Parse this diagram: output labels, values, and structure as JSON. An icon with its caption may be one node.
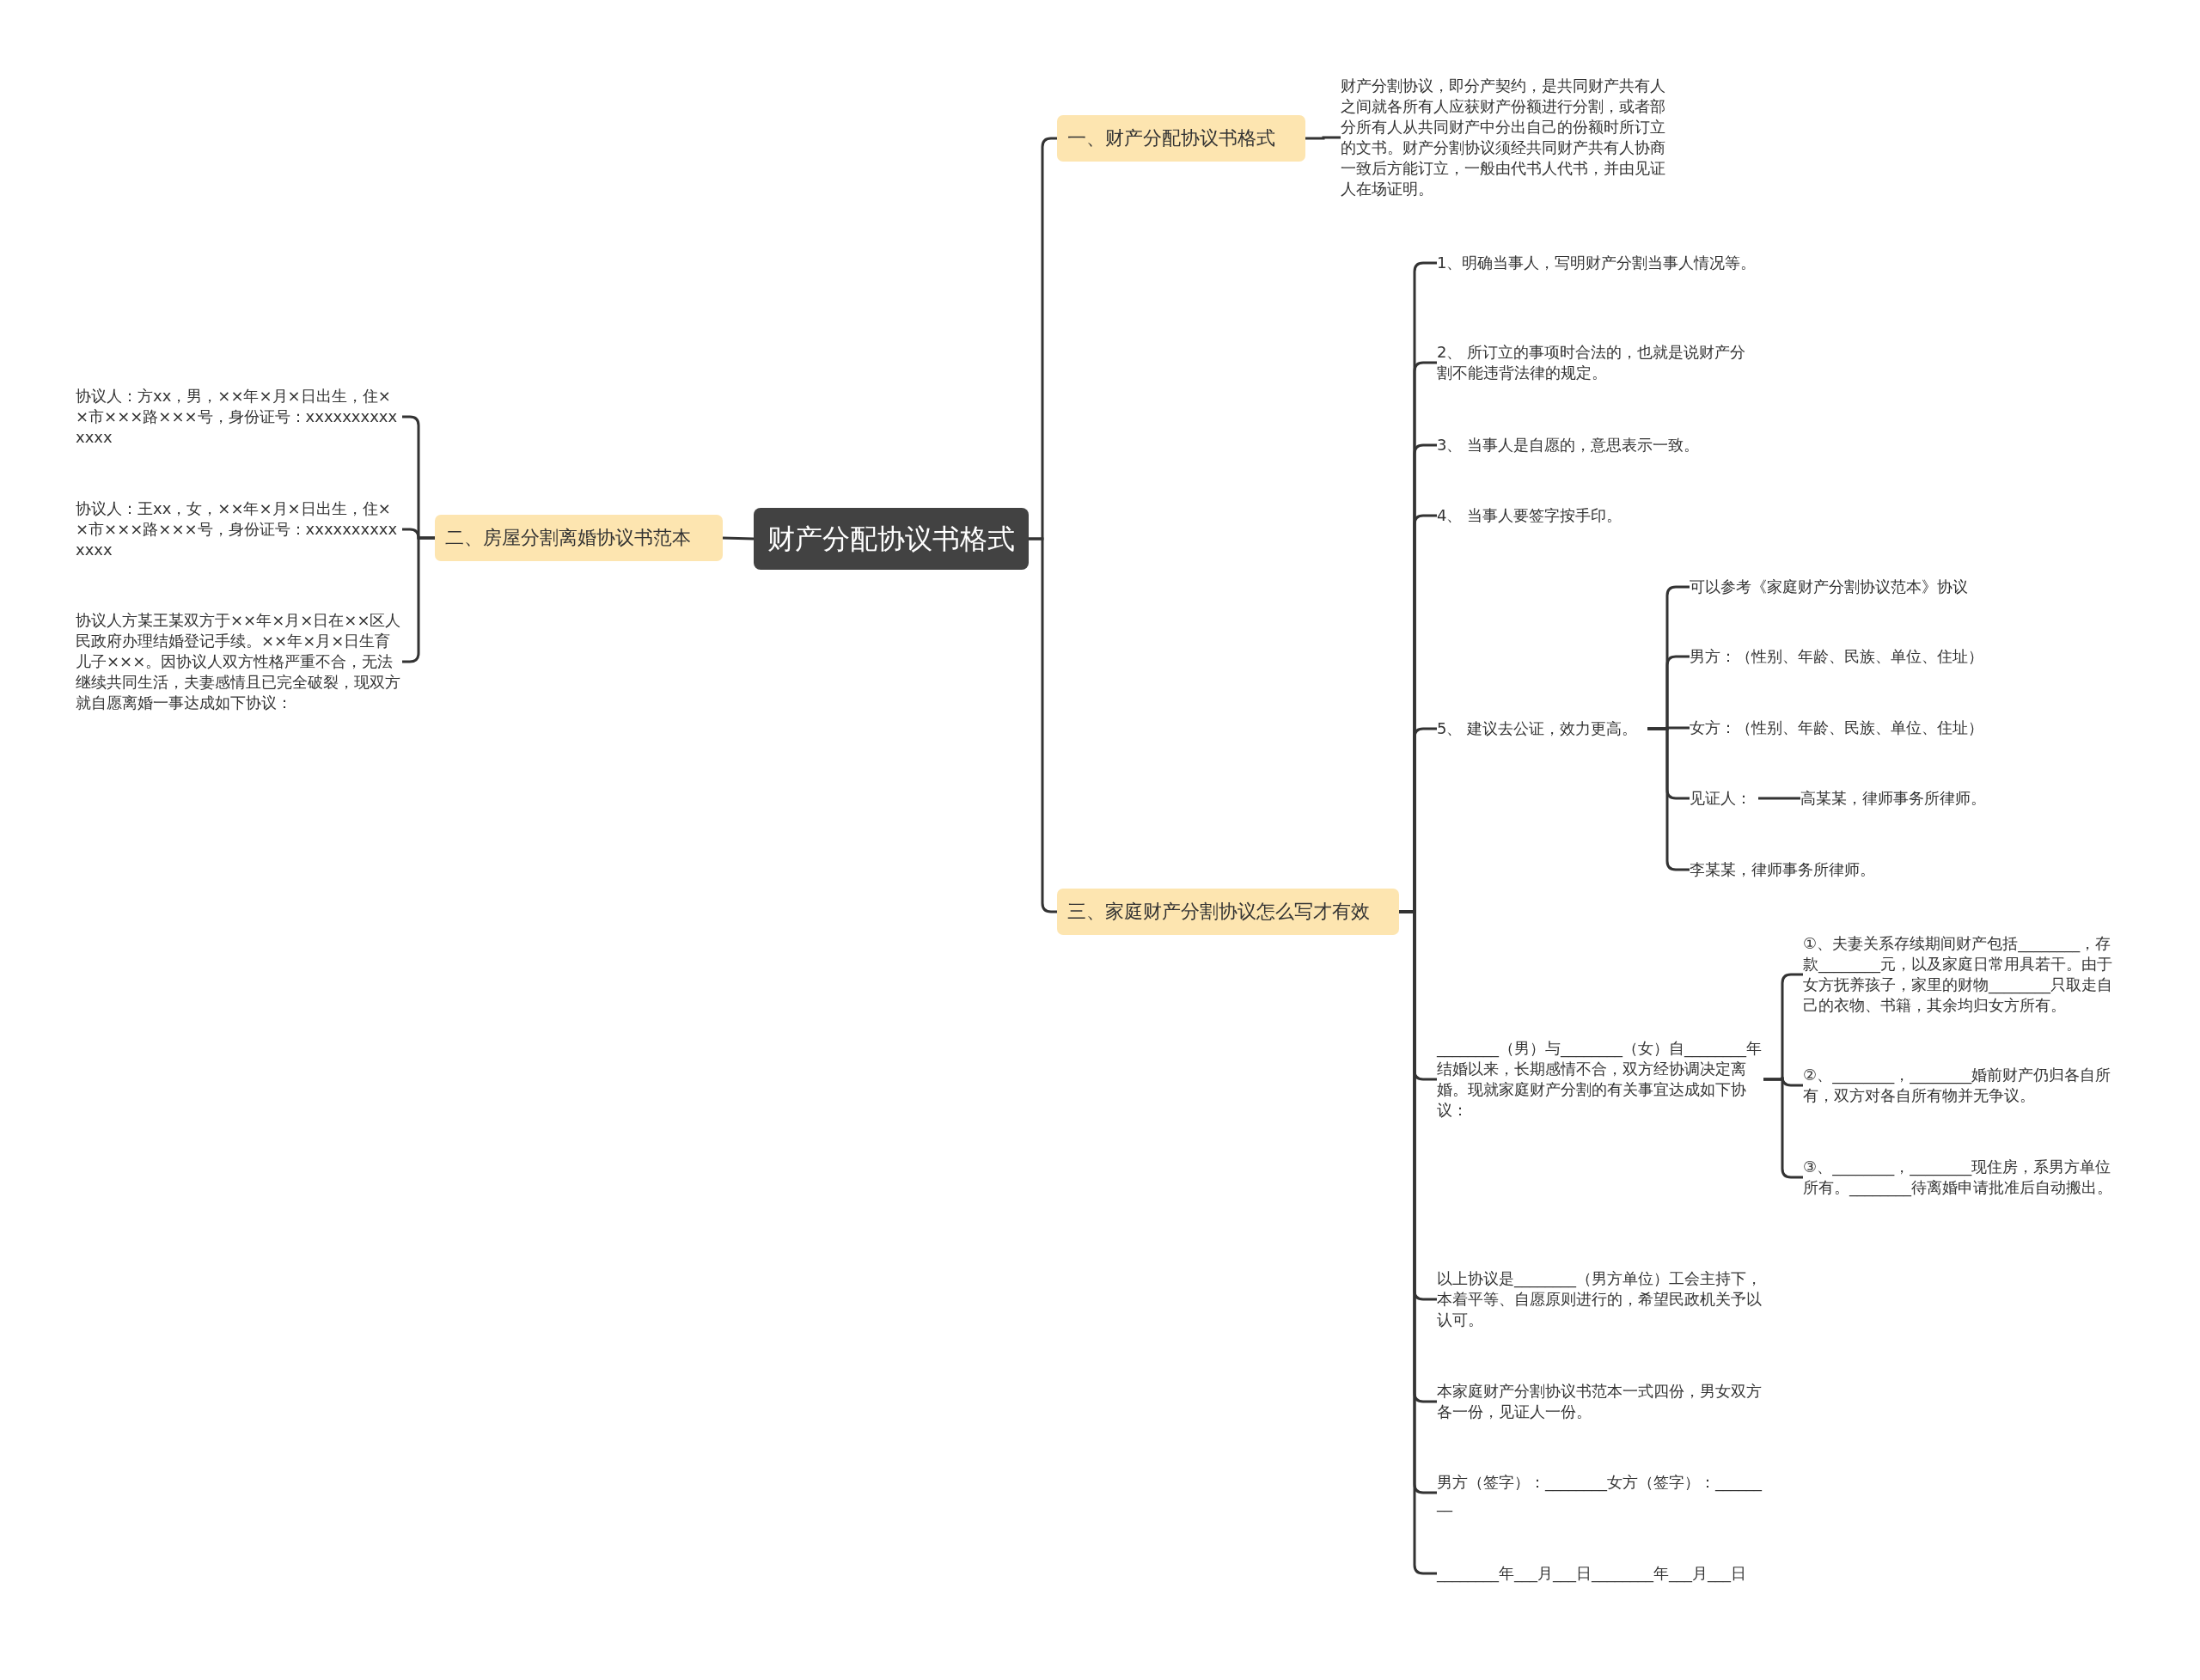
{
  "diagram": {
    "nodes": [
      {
        "text": [
          "财产分配协议书格式"
        ]
      },
      {
        "text": [
          "一、财产分配协议书格式"
        ]
      },
      {
        "text": [
          "财产分割协议，即分产契约，是共同财产共有人之间就各所有人应获财产份额进行分割，或者部分所有人从共同财产中分出自己的份额时所订立的文书。财产分割协议须经共同财产共有人协商一致后方能订立，一般由代书人代书，并由见证人在场证明。"
        ]
      },
      {
        "text": [
          "二、房屋分割离婚协议书范本"
        ]
      },
      {
        "text": [
          "协议人：方xx，男，××年×月×日出生，住××市×××路×××号，身份证号：xxxxxxxxxxxxxx"
        ]
      },
      {
        "text": [
          "协议人：王xx，女，××年×月×日出生，住××市×××路×××号，身份证号：xxxxxxxxxxxxxx"
        ]
      },
      {
        "text": [
          "协议人方某王某双方于××年×月×日在××区人民政府办理结婚登记手续。××年×月×日生育儿子×××。因协议人双方性格严重不合，无法继续共同生活，夫妻感情且已完全破裂，现双方就自愿离婚一事达成如下协议："
        ]
      },
      {
        "text": [
          "三、家庭财产分割协议怎么写才有效"
        ]
      },
      {
        "text": [
          "1、明确当事人，写明财产分割当事人情况等。"
        ]
      },
      {
        "text": [
          "2、 所订立的事项时合法的，也就是说财产分割不能违背法律的规定。"
        ]
      },
      {
        "text": [
          "3、 当事人是自愿的，意思表示一致。"
        ]
      },
      {
        "text": [
          "4、 当事人要签字按手印。"
        ]
      },
      {
        "text": [
          "5、 建议去公证，效力更高。"
        ]
      },
      {
        "text": [
          "可以参考《家庭财产分割协议范本》协议"
        ]
      },
      {
        "text": [
          "男方：（性别、年龄、民族、单位、住址）"
        ]
      },
      {
        "text": [
          "女方：（性别、年龄、民族、单位、住址）"
        ]
      },
      {
        "text": [
          "见证人："
        ]
      },
      {
        "text": [
          "高某某，律师事务所律师。"
        ]
      },
      {
        "text": [
          "李某某，律师事务所律师。"
        ]
      },
      {
        "text": [
          "________（男）与________（女）自________年结婚以来，长期感情不合，双方经协调决定离婚。现就家庭财产分割的有关事宜达成如下协议："
        ]
      },
      {
        "text": [
          "①、夫妻关系存续期间财产包括________，存款________元，以及家庭日常用具若干。由于女方抚养孩子，家里的财物________只取走自己的衣物、书籍，其余均归女方所有。"
        ]
      },
      {
        "text": [
          "②、________，________婚前财产仍归各自所有，双方对各自所有物并无争议。"
        ]
      },
      {
        "text": [
          "③、________，________现住房，系男方单位所有。________待离婚申请批准后自动搬出。"
        ]
      },
      {
        "text": [
          "以上协议是________（男方单位）工会主持下，本着平等、自愿原则进行的，希望民政机关予以认可。"
        ]
      },
      {
        "text": [
          "本家庭财产分割协议书范本一式四份，男女双方各一份，见证人一份。"
        ]
      },
      {
        "text": [
          "男方（签字）：________女方（签字）：________"
        ]
      },
      {
        "text": [
          "________年___月___日________年___月___日"
        ]
      }
    ],
    "edges": [
      {
        "from": 0,
        "to": 1,
        "arrow": "none"
      },
      {
        "from": 1,
        "to": 2,
        "arrow": "none"
      },
      {
        "from": 0,
        "to": 3,
        "arrow": "none"
      },
      {
        "from": 3,
        "to": 4,
        "arrow": "none"
      },
      {
        "from": 3,
        "to": 5,
        "arrow": "none"
      },
      {
        "from": 3,
        "to": 6,
        "arrow": "none"
      },
      {
        "from": 0,
        "to": 7,
        "arrow": "none"
      },
      {
        "from": 7,
        "to": 8,
        "arrow": "none"
      },
      {
        "from": 7,
        "to": 9,
        "arrow": "none"
      },
      {
        "from": 7,
        "to": 10,
        "arrow": "none"
      },
      {
        "from": 7,
        "to": 11,
        "arrow": "none"
      },
      {
        "from": 7,
        "to": 12,
        "arrow": "none"
      },
      {
        "from": 12,
        "to": 13,
        "arrow": "none"
      },
      {
        "from": 12,
        "to": 14,
        "arrow": "none"
      },
      {
        "from": 12,
        "to": 15,
        "arrow": "none"
      },
      {
        "from": 12,
        "to": 16,
        "arrow": "none"
      },
      {
        "from": 16,
        "to": 17,
        "arrow": "none"
      },
      {
        "from": 12,
        "to": 18,
        "arrow": "none"
      },
      {
        "from": 7,
        "to": 19,
        "arrow": "none"
      },
      {
        "from": 19,
        "to": 20,
        "arrow": "none"
      },
      {
        "from": 19,
        "to": 21,
        "arrow": "none"
      },
      {
        "from": 19,
        "to": 22,
        "arrow": "none"
      },
      {
        "from": 7,
        "to": 23,
        "arrow": "none"
      },
      {
        "from": 7,
        "to": 24,
        "arrow": "none"
      },
      {
        "from": 7,
        "to": 25,
        "arrow": "none"
      },
      {
        "from": 7,
        "to": 26,
        "arrow": "none"
      }
    ]
  }
}
